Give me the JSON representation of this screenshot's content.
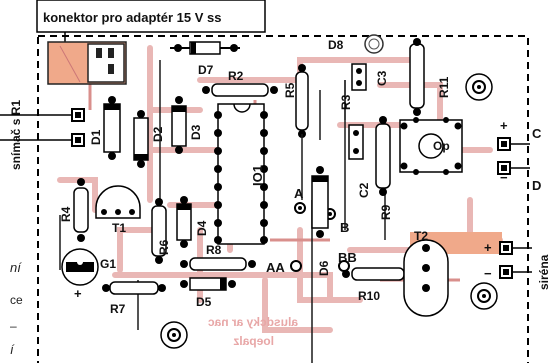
{
  "labels": {
    "connector_note": "konektor pro adaptér 15 V ss",
    "sensor": "snímač s R1",
    "siren": "siréna",
    "d8": "D8",
    "d7": "D7",
    "r2": "R2",
    "r5": "R5",
    "r3": "R3",
    "c3": "C3",
    "r11": "R11",
    "d1": "D1",
    "d2": "D2",
    "d3": "D3",
    "io1": "IO1",
    "c2": "C2",
    "r9": "R9",
    "op": "Op",
    "r4": "R4",
    "t1": "T1",
    "r6": "R6",
    "d4": "D4",
    "a": "A",
    "b": "B",
    "d6": "D6",
    "bb": "BB",
    "aa": "AA",
    "r8": "R8",
    "g1": "G1",
    "r7": "R7",
    "d5": "D5",
    "r10": "R10",
    "t2": "T2",
    "c": "C",
    "d": "D",
    "plus1": "+",
    "plus2": "+",
    "minus1": "−",
    "minus2": "−",
    "g1_plus": "+",
    "mirror_text_1": "alusdcky ar nac",
    "mirror_text_2": "loepalz",
    "side_frag_1": "ní",
    "side_frag_2": "ce",
    "side_frag_3": "–",
    "side_frag_4": "í"
  },
  "colors": {
    "copper": "#e9b7b5",
    "copper_dark": "#d98f8c",
    "connector": "#f0a98a",
    "trace_dark": "#1a1a1a",
    "board_border": "#000000"
  }
}
